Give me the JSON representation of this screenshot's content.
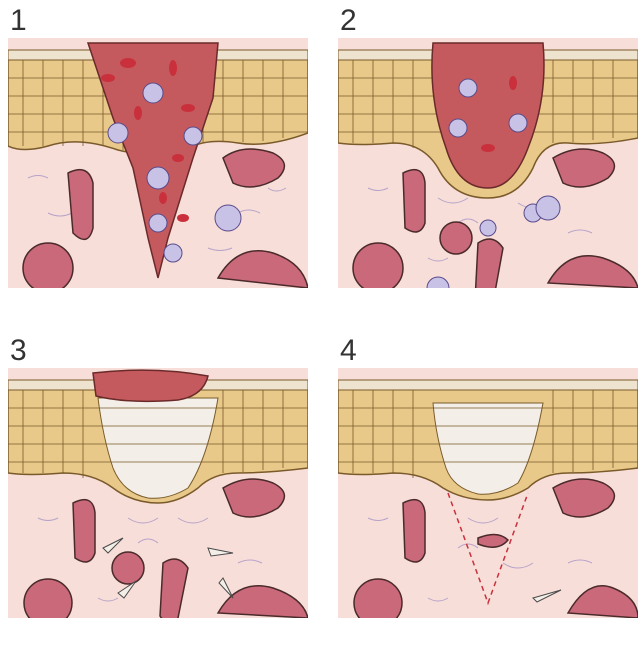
{
  "panels": [
    {
      "label": "1"
    },
    {
      "label": "2"
    },
    {
      "label": "3"
    },
    {
      "label": "4"
    }
  ],
  "colors": {
    "dermis": "#f7ded9",
    "epidermis_cell": "#e8c98a",
    "cell_outline": "#7a5a2a",
    "clot": "#c45a5e",
    "blood_cell": "#c9303c",
    "leukocyte": "#c8c3e6",
    "new_tissue": "#f3efe8"
  }
}
